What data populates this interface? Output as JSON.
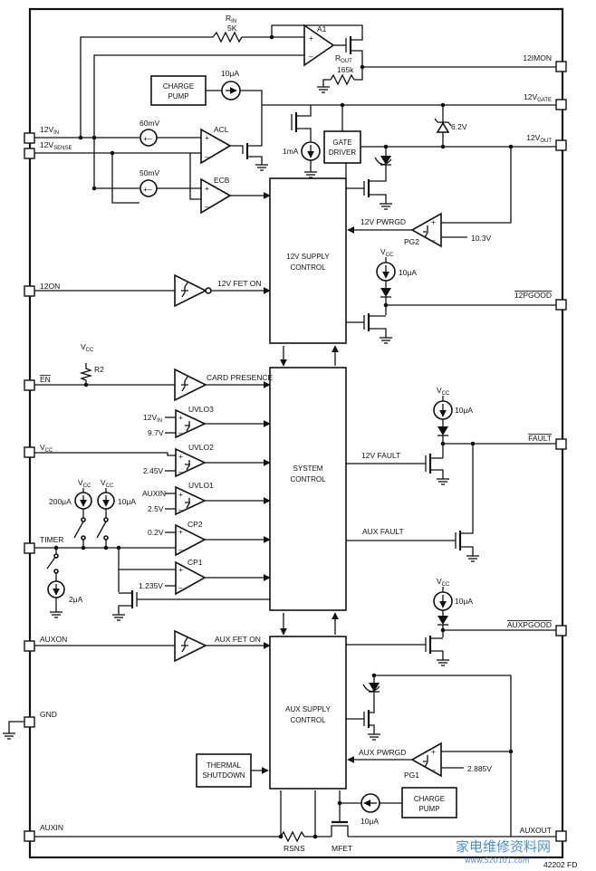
{
  "pins_left": {
    "v12_in": "12V",
    "v12_in_sub": "IN",
    "v12_sense": "12V",
    "v12_sense_sub": "SENSE",
    "on12": "12ON",
    "en": "EN",
    "vcc": "V",
    "vcc_sub": "CC",
    "timer": "TIMER",
    "auxon": "AUXON",
    "gnd": "GND",
    "auxin": "AUXIN"
  },
  "pins_right": {
    "imon": "12IMON",
    "gate": "12V",
    "gate_sub": "GATE",
    "out": "12V",
    "out_sub": "OUT",
    "pgood12": "12PGOOD",
    "fault": "FAULT",
    "auxpgood": "AUXPGOOD",
    "auxout": "AUXOUT"
  },
  "blocks": {
    "charge_pump_top": [
      "CHARGE",
      "PUMP"
    ],
    "gate_driver": [
      "GATE",
      "DRIVER"
    ],
    "supply12": [
      "12V SUPPLY",
      "CONTROL"
    ],
    "system": [
      "SYSTEM",
      "CONTROL"
    ],
    "aux_supply": [
      "AUX SUPPLY",
      "CONTROL"
    ],
    "thermal": [
      "THERMAL",
      "SHUTDOWN"
    ],
    "charge_pump_bot": [
      "CHARGE",
      "PUMP"
    ]
  },
  "components": {
    "rin": "R",
    "rin_sub": "IN",
    "rin_val": "5K",
    "a1": "A1",
    "rout": "R",
    "rout_sub": "OUT",
    "rout_val": "165k",
    "i_cp": "10μA",
    "mv60": "60mV",
    "acl": "ACL",
    "mv50": "50mV",
    "ecb": "ECB",
    "ma1": "1mA",
    "zener": "6.2V",
    "pwrgd12": "12V PWRGD",
    "pg2": "PG2",
    "ref103": "10.3V",
    "vcc_a": "V",
    "vcc_a_sub": "CC",
    "i_10a": "10μA",
    "fet12": "12V FET ON",
    "vcc_r2": "V",
    "vcc_r2_sub": "CC",
    "r2": "R2",
    "card": "CARD PRESENCE",
    "vcc_b": "V",
    "vcc_b_sub": "CC",
    "i_10b": "10μA",
    "v12in_ref": "12V",
    "v12in_ref_sub": "IN",
    "uvlo3": "UVLO3",
    "ref97": "9.7V",
    "uvlo2": "UVLO2",
    "ref245": "2.45V",
    "auxin_ref": "AUXIN",
    "uvlo1": "UVLO1",
    "ref25": "2.5V",
    "fault12": "12V FAULT",
    "vcc_c": "V",
    "vcc_c_sub": "CC",
    "vcc_d": "V",
    "vcc_d_sub": "CC",
    "i_200": "200μA",
    "i_10c": "10μA",
    "ref02": "0.2V",
    "cp2": "CP2",
    "cp1": "CP1",
    "ref1235": "1.235V",
    "i_2": "2μA",
    "auxfault": "AUX FAULT",
    "vcc_e": "V",
    "vcc_e_sub": "CC",
    "i_10e": "10μA",
    "auxfet": "AUX FET ON",
    "auxpwrgd": "AUX PWRGD",
    "pg1": "PG1",
    "ref2885": "2.885V",
    "i_10f": "10μA",
    "rsns": "RSNS",
    "mfet": "MFET"
  },
  "footer": {
    "code": "42202 FD",
    "watermark": "家电维修资料网",
    "watermark_url": "www.520101.com"
  }
}
